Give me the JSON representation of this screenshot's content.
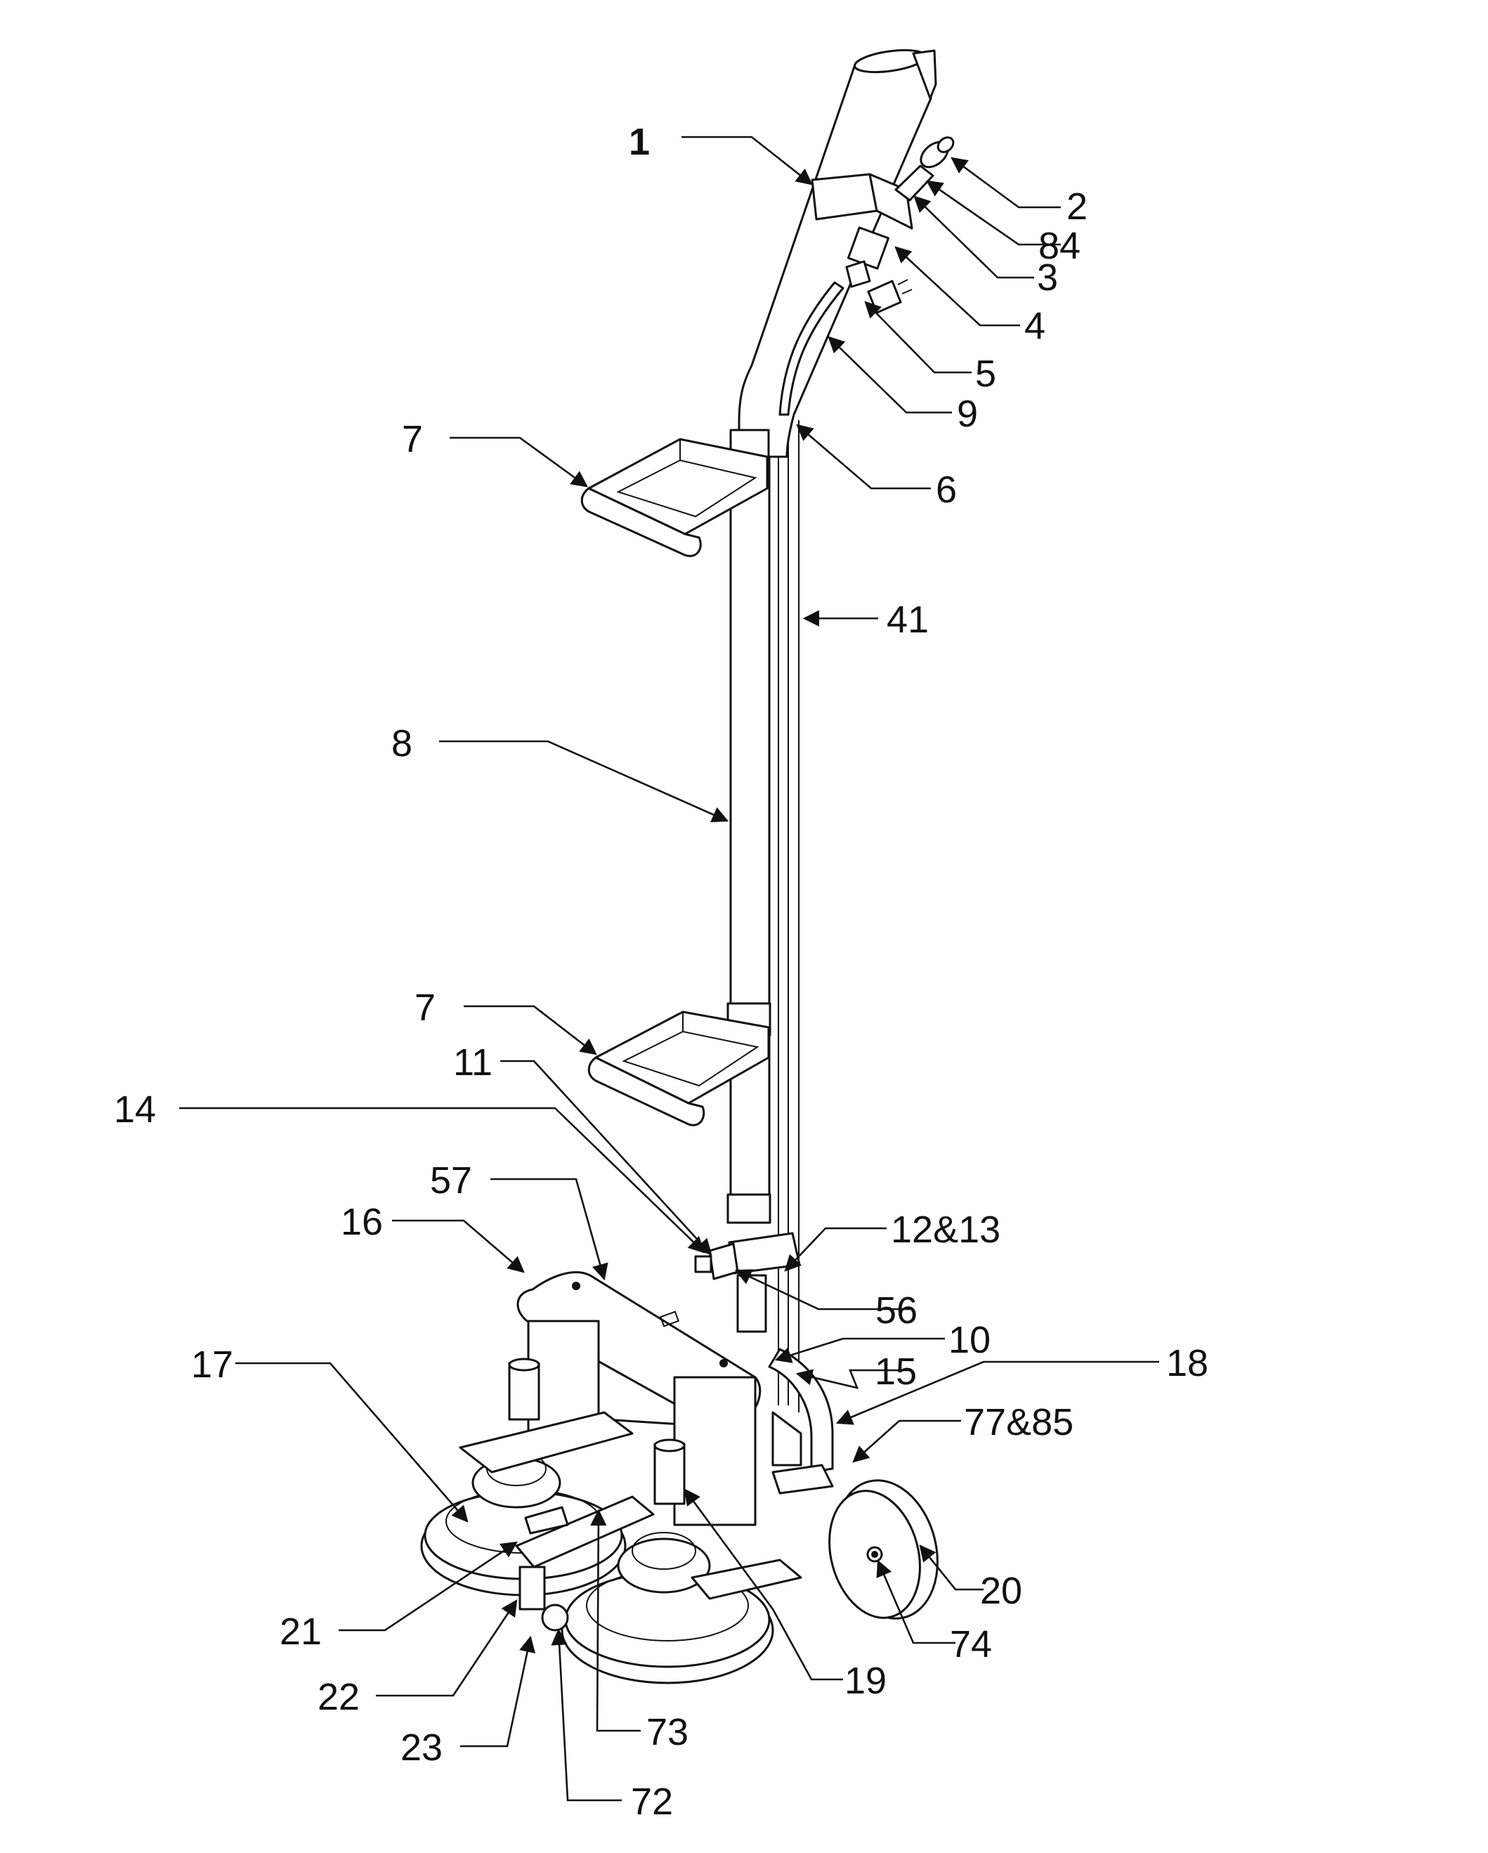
{
  "callouts": [
    {
      "id": "c1",
      "text": "1"
    },
    {
      "id": "c2",
      "text": "2"
    },
    {
      "id": "c84",
      "text": "84"
    },
    {
      "id": "c3",
      "text": "3"
    },
    {
      "id": "c4",
      "text": "4"
    },
    {
      "id": "c5",
      "text": "5"
    },
    {
      "id": "c9",
      "text": "9"
    },
    {
      "id": "c6",
      "text": "6"
    },
    {
      "id": "c7a",
      "text": "7"
    },
    {
      "id": "c41",
      "text": "41"
    },
    {
      "id": "c8",
      "text": "8"
    },
    {
      "id": "c7b",
      "text": "7"
    },
    {
      "id": "c11",
      "text": "11"
    },
    {
      "id": "c14",
      "text": "14"
    },
    {
      "id": "c57",
      "text": "57"
    },
    {
      "id": "c12_13",
      "text": "12&13"
    },
    {
      "id": "c16",
      "text": "16"
    },
    {
      "id": "c56",
      "text": "56"
    },
    {
      "id": "c10",
      "text": "10"
    },
    {
      "id": "c17",
      "text": "17"
    },
    {
      "id": "c15",
      "text": "15"
    },
    {
      "id": "c18",
      "text": "18"
    },
    {
      "id": "c77_85",
      "text": "77&85"
    },
    {
      "id": "c20",
      "text": "20"
    },
    {
      "id": "c21",
      "text": "21"
    },
    {
      "id": "c74",
      "text": "74"
    },
    {
      "id": "c19",
      "text": "19"
    },
    {
      "id": "c22",
      "text": "22"
    },
    {
      "id": "c73",
      "text": "73"
    },
    {
      "id": "c23",
      "text": "23"
    },
    {
      "id": "c72",
      "text": "72"
    }
  ]
}
